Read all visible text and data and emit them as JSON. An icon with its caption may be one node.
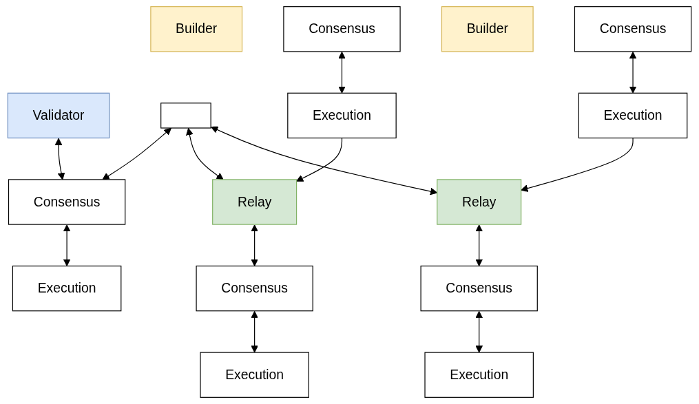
{
  "diagram": {
    "nodes": [
      {
        "text": [
          "Validator"
        ]
      },
      {
        "text": [],
        "shape": "box"
      },
      {
        "text": [
          "Relay"
        ]
      },
      {
        "text": [
          "Builder"
        ]
      },
      {
        "text": [
          "Consensus"
        ]
      },
      {
        "text": [
          "Consensus"
        ]
      },
      {
        "text": [
          "Consensus"
        ]
      },
      {
        "text": [
          "Execution"
        ]
      },
      {
        "text": [
          "Execution"
        ]
      },
      {
        "text": [
          "Execution"
        ]
      },
      {
        "text": [
          "Relay"
        ]
      },
      {
        "text": [
          "Builder"
        ]
      },
      {
        "text": [
          "Consensus"
        ]
      },
      {
        "text": [
          "Consensus"
        ]
      },
      {
        "text": [
          "Execution"
        ]
      },
      {
        "text": [
          "Execution"
        ]
      }
    ],
    "edges": [
      {
        "from": 0,
        "to": 4,
        "arrow": "both"
      },
      {
        "from": 4,
        "to": 7,
        "arrow": "both"
      },
      {
        "from": 4,
        "to": 1,
        "arrow": "both"
      },
      {
        "from": 1,
        "to": 2,
        "arrow": "both"
      },
      {
        "from": 1,
        "to": 10,
        "arrow": "both"
      },
      {
        "from": 2,
        "to": 5,
        "arrow": "both"
      },
      {
        "from": 5,
        "to": 8,
        "arrow": "both"
      },
      {
        "from": 6,
        "to": 9,
        "arrow": "both"
      },
      {
        "from": 9,
        "to": 2,
        "arrow": "to"
      },
      {
        "from": 10,
        "to": 12,
        "arrow": "both"
      },
      {
        "from": 12,
        "to": 14,
        "arrow": "both"
      },
      {
        "from": 13,
        "to": 15,
        "arrow": "both"
      },
      {
        "from": 15,
        "to": 10,
        "arrow": "to"
      }
    ]
  }
}
